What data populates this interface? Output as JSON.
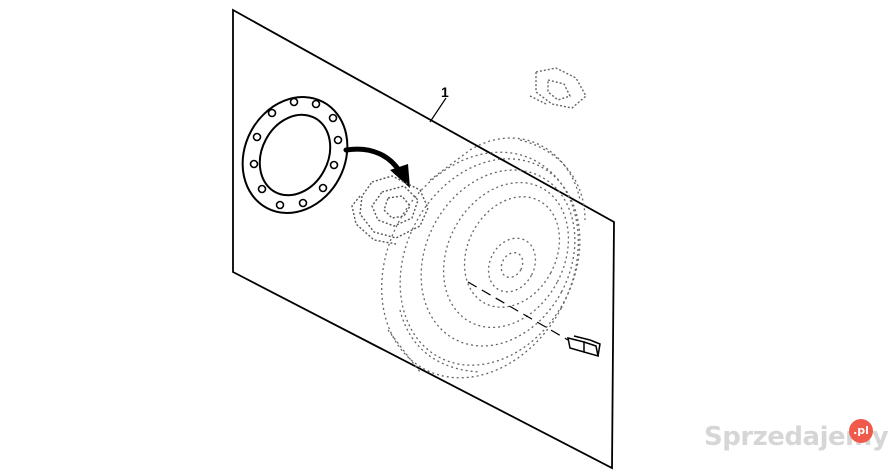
{
  "diagram": {
    "callout_label": "1"
  },
  "watermark": {
    "text": "Sprzedajemy",
    "badge": ".pl"
  },
  "colors": {
    "line": "#000000",
    "dotted": "#555555",
    "badge": "#ef5a4b"
  }
}
